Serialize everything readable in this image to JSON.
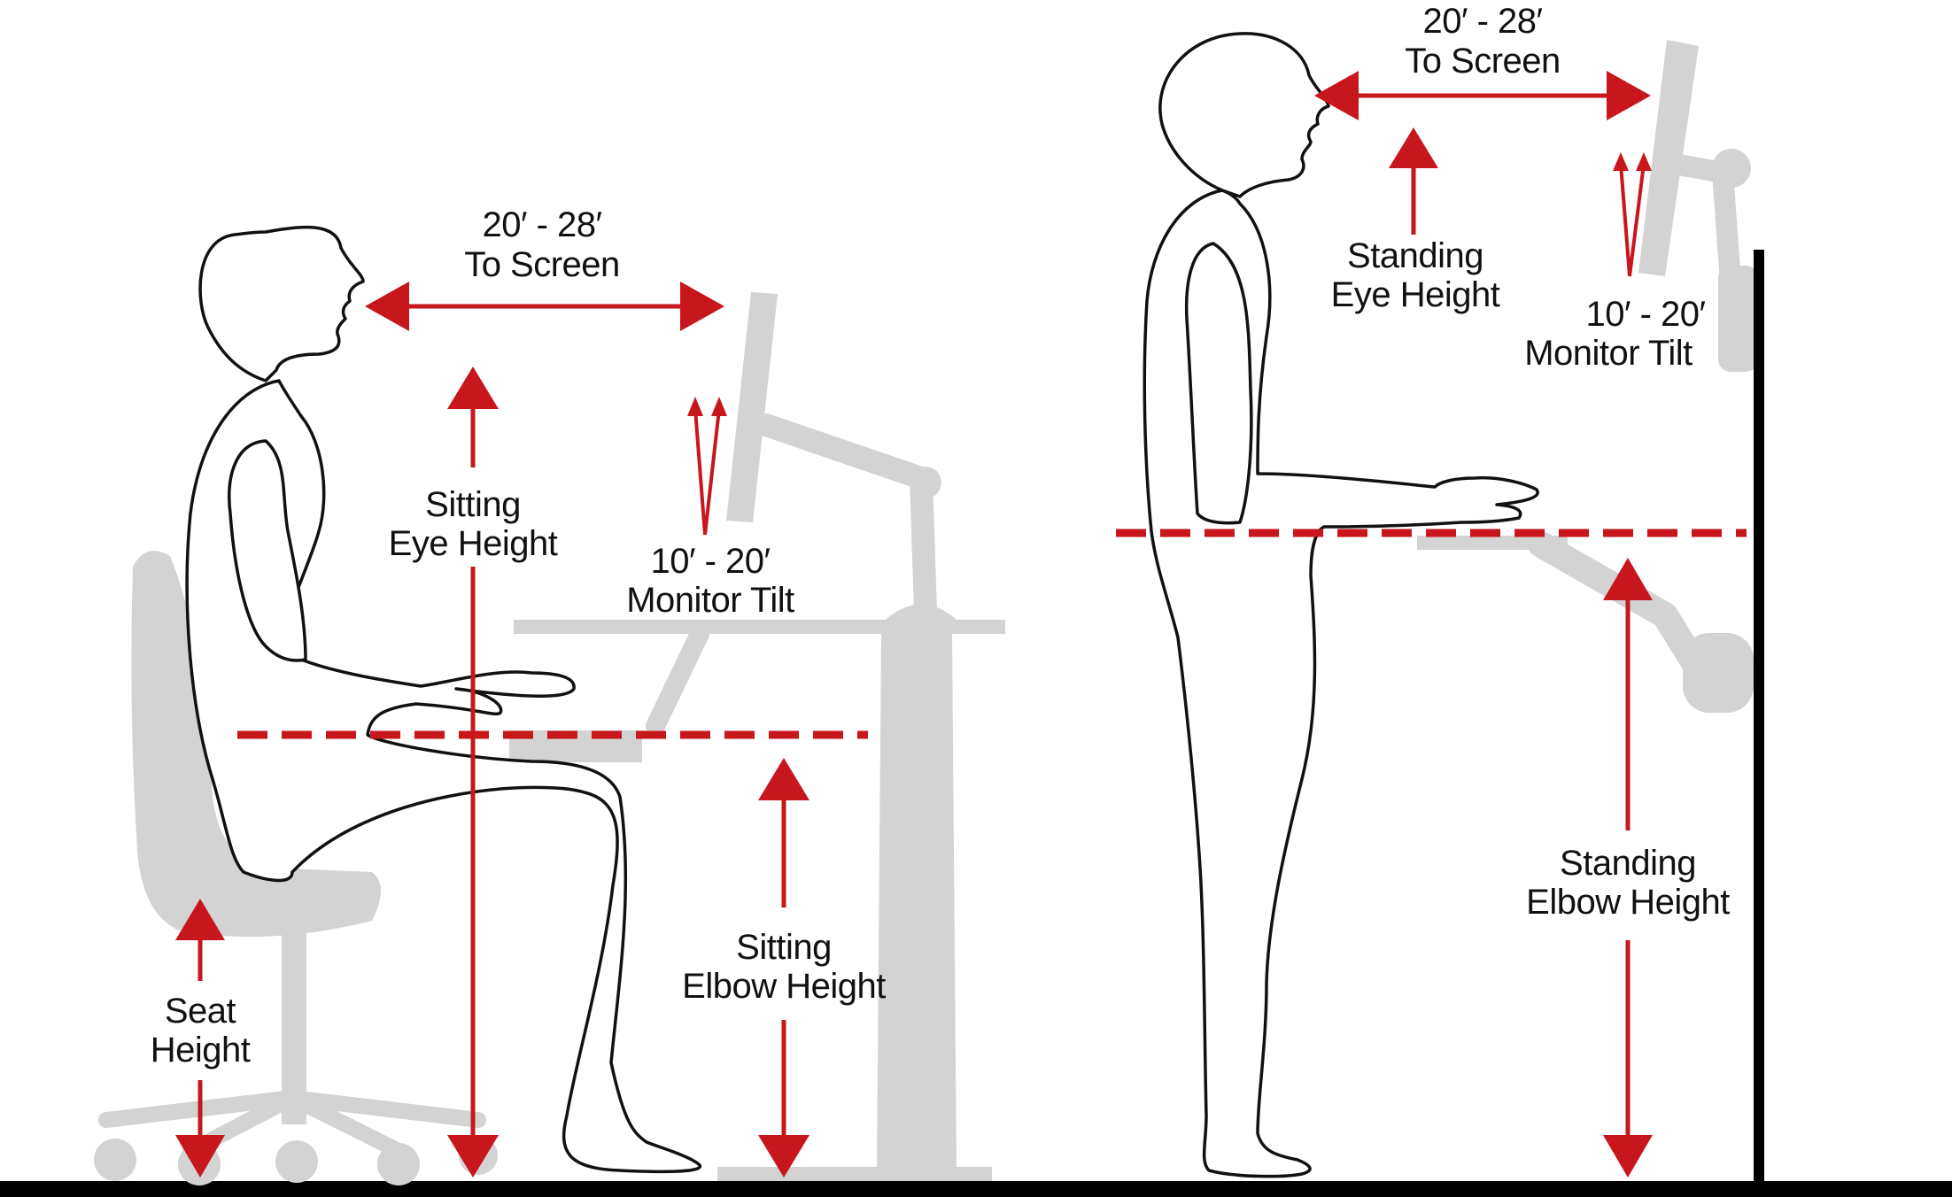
{
  "sitting": {
    "distance": {
      "line1": "20′ - 28′",
      "line2": "To Screen"
    },
    "eye_height": {
      "line1": "Sitting",
      "line2": "Eye Height"
    },
    "monitor_tilt": {
      "line1": "10′ - 20′",
      "line2": "Monitor Tilt"
    },
    "elbow_height": {
      "line1": "Sitting",
      "line2": "Elbow Height"
    },
    "seat_height": {
      "line1": "Seat",
      "line2": "Height"
    }
  },
  "standing": {
    "distance": {
      "line1": "20′ - 28′",
      "line2": "To Screen"
    },
    "eye_height": {
      "line1": "Standing",
      "line2": "Eye Height"
    },
    "monitor_tilt": {
      "line1": "10′ - 20′",
      "line2": "Monitor Tilt"
    },
    "elbow_height": {
      "line1": "Standing",
      "line2": "Elbow Height"
    }
  },
  "colors": {
    "arrow": "#c8161d",
    "furniture": "#d3d3d3",
    "outline": "#111111",
    "floor": "#000000"
  }
}
